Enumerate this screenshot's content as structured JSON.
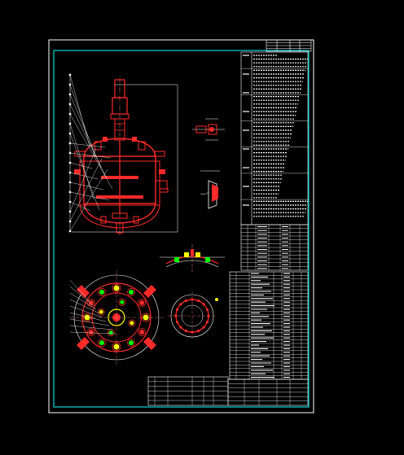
{
  "drawing": {
    "title_block": {
      "rows": 4
    },
    "technical_notes": {
      "lines": 44
    },
    "nozzle_table": {
      "rows": 12
    },
    "parts_list": {
      "rows": 30
    },
    "footer_table": {
      "rows": 6
    }
  },
  "colors": {
    "background": "#000000",
    "frame": "#ffffff",
    "inner_frame": "#00ffff",
    "vessel": "#ff2a2a",
    "dimension": "#ffffff",
    "centerline": "#ff8080",
    "nozzle_fill": "#ffff00",
    "hatch": "#00ff00",
    "accent": "#ffcc00"
  }
}
